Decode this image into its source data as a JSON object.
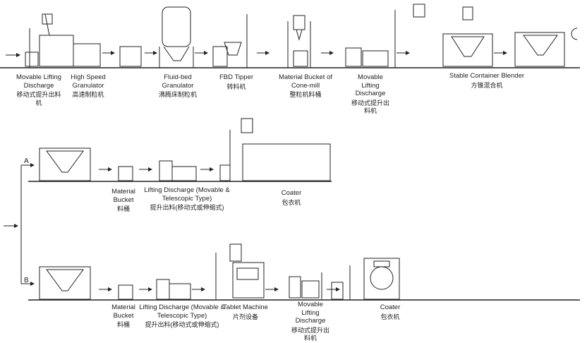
{
  "row1": [
    {
      "en": "Movable Lifting Discharge",
      "zh": "移动式提升出料机"
    },
    {
      "en": "High Speed Granulator",
      "zh": "高速制粒机"
    },
    {
      "en": "Fluid-bed Granulator",
      "zh": "沸腾床制粒机"
    },
    {
      "en": "FBD Tipper",
      "zh": "转料机"
    },
    {
      "en": "Material Bucket of Cone-mill",
      "zh": "整粒机料桶"
    },
    {
      "en": "Movable Lifting Discharge",
      "zh": "移动式提升出料机"
    },
    {
      "en": "Stable Container Blender",
      "zh": "方锥混合机"
    }
  ],
  "branch_a": {
    "tag": "A",
    "items": [
      {
        "en": "Material Bucket",
        "zh": "料桶"
      },
      {
        "en": "Lifting Discharge (Movable & Telescopic Type)",
        "zh": "提升出料(移动式或伸缩式)"
      },
      {
        "en": "Coater",
        "zh": "包衣机"
      }
    ]
  },
  "branch_b": {
    "tag": "B",
    "items": [
      {
        "en": "Material Bucket",
        "zh": "料桶"
      },
      {
        "en": "Lifting Discharge (Movable & Telescopic Type)",
        "zh": "提升出料(移动式或伸缩式)"
      },
      {
        "en": "Tablet Machine",
        "zh": "片剂设备"
      },
      {
        "en": "Movable Lifting Discharge",
        "zh": "移动式提升出料机"
      },
      {
        "en": "Coater",
        "zh": "包衣机"
      }
    ]
  }
}
